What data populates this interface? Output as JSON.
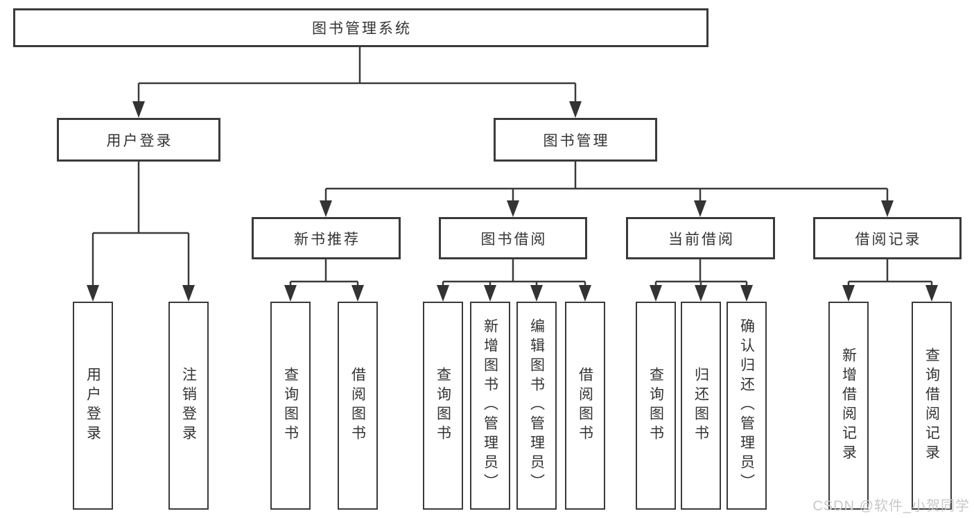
{
  "diagram_title": "图书管理系统",
  "tree": {
    "root": "图书管理系统",
    "children": [
      {
        "label": "用户登录",
        "children": [
          "用户登录",
          "注销登录"
        ]
      },
      {
        "label": "图书管理",
        "children": [
          {
            "label": "新书推荐",
            "children": [
              "查询图书",
              "借阅图书"
            ]
          },
          {
            "label": "图书借阅",
            "children": [
              "查询图书",
              "新增图书（管理员）",
              "编辑图书（管理员）",
              "借阅图书"
            ]
          },
          {
            "label": "当前借阅",
            "children": [
              "查询图书",
              "归还图书",
              "确认归还（管理员）"
            ]
          },
          {
            "label": "借阅记录",
            "children": [
              "新增借阅记录",
              "查询借阅记录"
            ]
          }
        ]
      }
    ]
  },
  "watermark": "CSDN @软件_小贺同学",
  "colors": {
    "line": "#3a3a3a",
    "arrow": "#333333",
    "text": "#333333",
    "watermark": "#c8c8c8",
    "background": "#ffffff"
  }
}
